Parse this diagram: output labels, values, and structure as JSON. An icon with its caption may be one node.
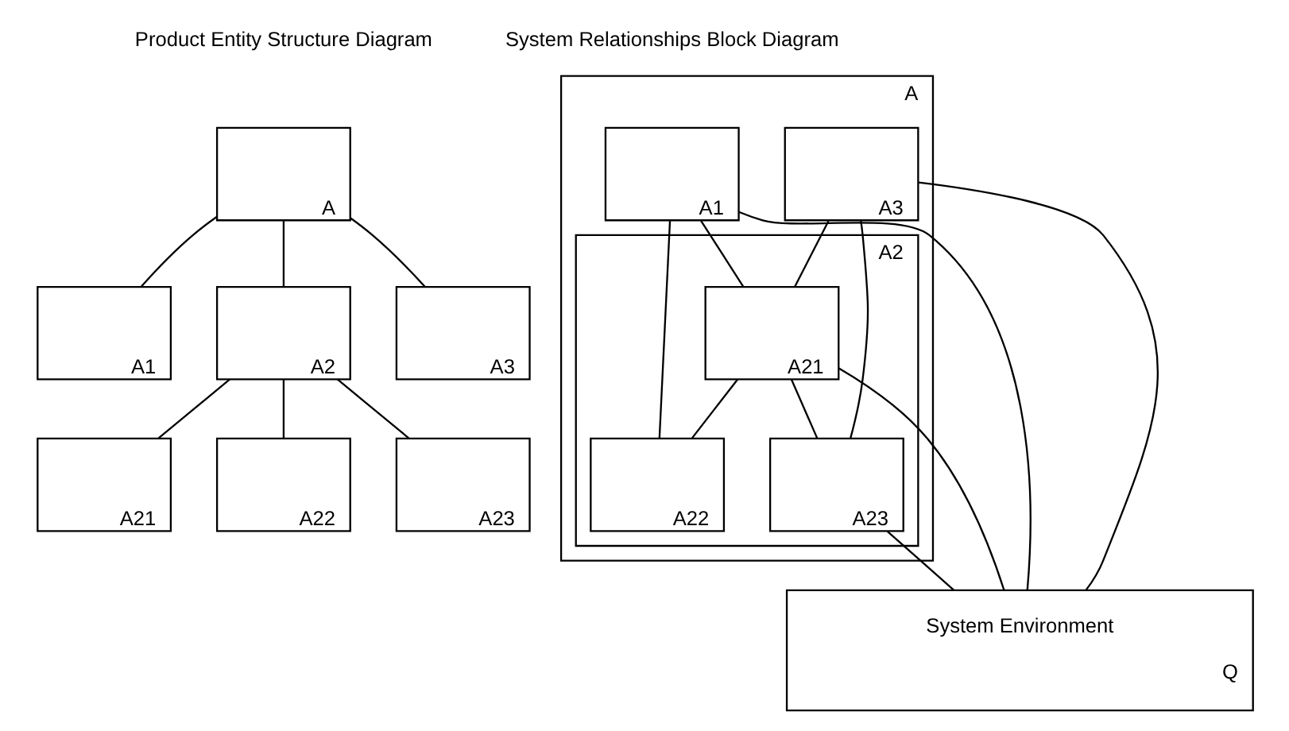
{
  "diagram": {
    "nodes": [
      {
        "text": [
          "A"
        ]
      },
      {
        "text": [
          "A1"
        ]
      },
      {
        "text": [
          "A2"
        ]
      },
      {
        "text": [
          "A3"
        ]
      },
      {
        "text": [
          "A21"
        ]
      },
      {
        "text": [
          "A22"
        ]
      },
      {
        "text": [
          "A23"
        ]
      },
      {
        "text": [
          "A"
        ]
      },
      {
        "text": [
          "A1"
        ],
        "in": 7
      },
      {
        "text": [
          "A2"
        ],
        "in": 7
      },
      {
        "text": [
          "A21"
        ],
        "in": 9
      },
      {
        "text": [
          "A22"
        ],
        "in": 9
      },
      {
        "text": [
          "A23"
        ],
        "in": 9
      },
      {
        "text": [
          "A3"
        ],
        "in": 7
      },
      {
        "text": [
          "System Environment",
          "Q"
        ]
      }
    ],
    "edges": [
      {
        "from": 0,
        "to": 1,
        "arrow": "none"
      },
      {
        "from": 0,
        "to": 2,
        "arrow": "none"
      },
      {
        "from": 0,
        "to": 3,
        "arrow": "none"
      },
      {
        "from": 2,
        "to": 4,
        "arrow": "none"
      },
      {
        "from": 2,
        "to": 5,
        "arrow": "none"
      },
      {
        "from": 2,
        "to": 6,
        "arrow": "none"
      },
      {
        "from": 8,
        "to": 11,
        "arrow": "none"
      },
      {
        "from": 8,
        "to": 10,
        "arrow": "none"
      },
      {
        "from": 10,
        "to": 11,
        "arrow": "none"
      },
      {
        "from": 13,
        "to": 10,
        "arrow": "none"
      },
      {
        "from": 10,
        "to": 12,
        "arrow": "none"
      },
      {
        "from": 13,
        "to": 12,
        "arrow": "none"
      },
      {
        "from": 13,
        "to": 14,
        "arrow": "none"
      },
      {
        "from": 8,
        "to": 14,
        "arrow": "none"
      },
      {
        "from": 10,
        "to": 14,
        "arrow": "none"
      },
      {
        "from": 12,
        "to": 14,
        "arrow": "none"
      }
    ],
    "labels": [
      "Product Entity Structure Diagram",
      "System Relationships Block Diagram"
    ]
  }
}
